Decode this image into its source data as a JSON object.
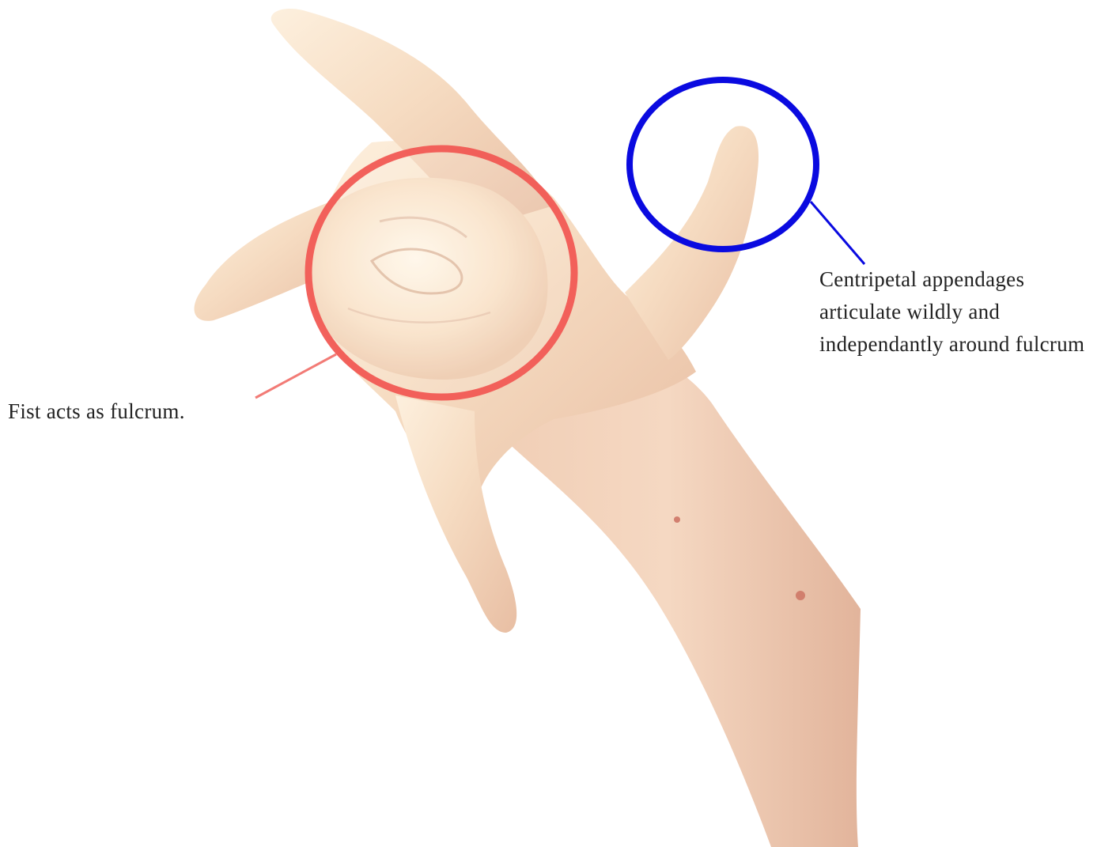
{
  "annotations": {
    "fulcrum": {
      "text": "Fist acts as fulcrum.",
      "color": "#f25a55"
    },
    "appendages": {
      "lines": [
        "Centripetal appendages",
        "articulate wildly and",
        "independantly around fulcrum"
      ],
      "color": "#0a0ae0"
    }
  },
  "colors": {
    "skin_light": "#fbe6cf",
    "skin_mid": "#f2cdb0",
    "skin_shadow": "#d9a78c",
    "background": "#ffffff"
  }
}
